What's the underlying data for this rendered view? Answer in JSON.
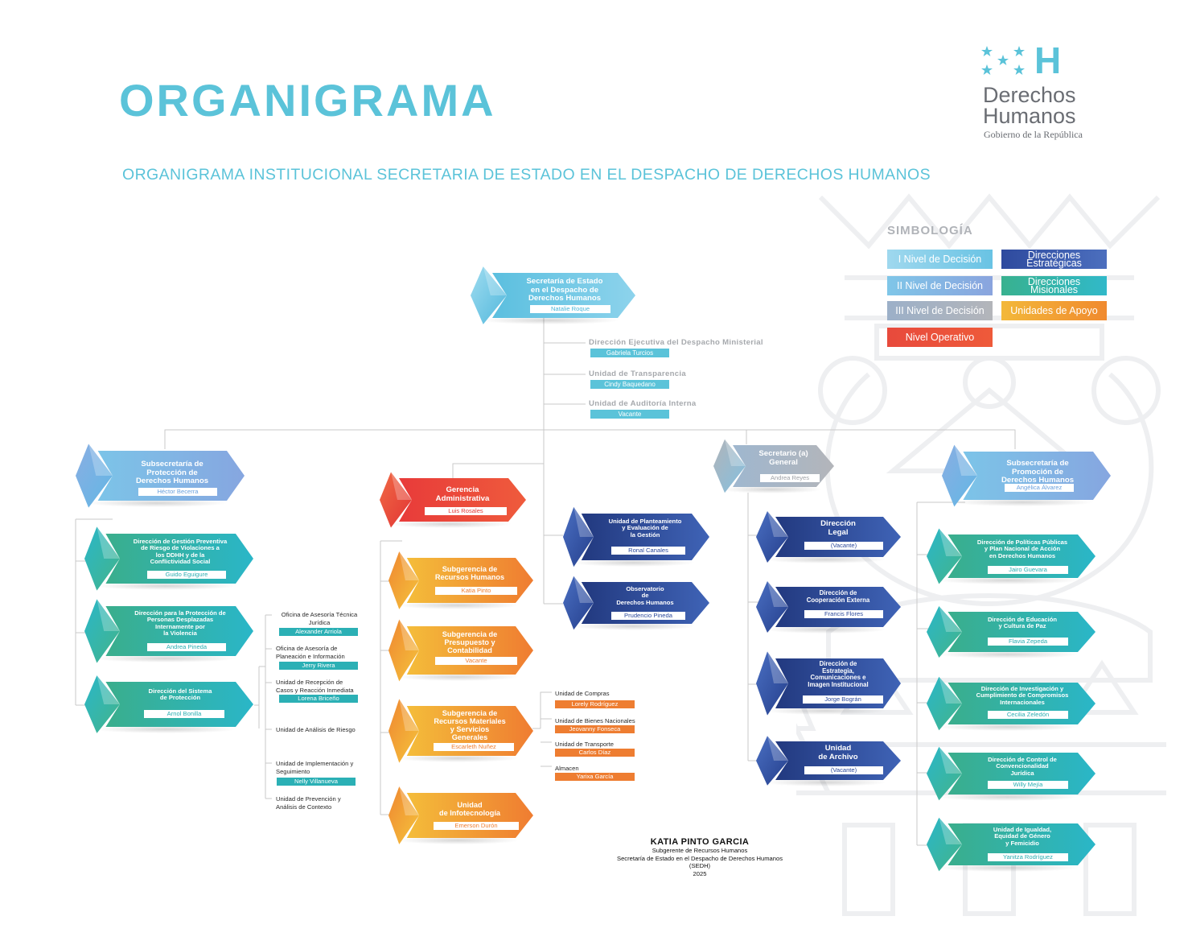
{
  "header": {
    "title": "ORGANIGRAMA",
    "subtitle": "ORGANIGRAMA INSTITUCIONAL SECRETARIA DE ESTADO EN EL DESPACHO DE DERECHOS HUMANOS"
  },
  "logo": {
    "mark": "H",
    "line1": "Derechos",
    "line2": "Humanos",
    "line3": "Gobierno de la República",
    "icon": "honduras-five-stars-icon",
    "color": "#5bc3d9"
  },
  "legend": {
    "title": "SIMBOLOGÍA",
    "items": [
      {
        "label": "I Nivel de Decisión",
        "color": "#7fcbe6"
      },
      {
        "label": "II Nivel de Decisión",
        "color": "#8eb2e3"
      },
      {
        "label": "III Nivel de Decisión",
        "color": "#a9acb1"
      },
      {
        "label": "Nivel Operativo",
        "color": "#e8413b"
      },
      {
        "label": "Direcciones\nEstratégicas",
        "color": "#2f4ea1"
      },
      {
        "label": "Direcciones\nMisionales",
        "color": "#36b59d"
      },
      {
        "label": "Unidades de Apoyo",
        "color": "#f29d2d"
      }
    ]
  },
  "top": {
    "title": "Secretaría de Estado\nen el Despacho de\nDerechos Humanos",
    "name": "Natalie Roque"
  },
  "gray_units": [
    {
      "title": "Dirección Ejecutiva del Despacho Ministerial",
      "name": "Gabriela Turcios"
    },
    {
      "title": "Unidad de Transparencia",
      "name": "Cindy Baquedano"
    },
    {
      "title": "Unidad de Auditoría Interna",
      "name": "Vacante"
    }
  ],
  "subsecretaria_proteccion": {
    "title": "Subsecretaría de\nProtección de\nDerechos Humanos",
    "name": "Héctor Becerra"
  },
  "gerencia": {
    "title": "Gerencia\nAdministrativa",
    "name": "Luis Rosales"
  },
  "secretario_general": {
    "title": "Secretario (a)\nGeneral",
    "name": "Andrea Reyes"
  },
  "subsecretaria_promocion": {
    "title": "Subsecretaría de\nPromoción de\nDerechos Humanos",
    "name": "Angélica Álvarez"
  },
  "proteccion_dirs": [
    {
      "title": "Dirección de Gestión Preventiva\nde Riesgo de Violaciones a\nlos DDHH y de la\nConflictividad Social",
      "name": "Guido Eguigure"
    },
    {
      "title": "Dirección para la Protección de\nPersonas Desplazadas\nInternamente por\nla Violencia",
      "name": "Andrea Pineda"
    },
    {
      "title": "Dirección del Sistema\nde Protección",
      "name": "Arnol Bonilla"
    }
  ],
  "sistema_units": [
    {
      "title": "Oficina de Asesoría Técnica\nJurídica",
      "name": "Alexander Arriola"
    },
    {
      "title": "Oficina de Asesoría de\nPlaneación e Información",
      "name": "Jerry Rivera"
    },
    {
      "title": "Unidad de Recepción de\nCasos y Reacción Inmediata",
      "name": "Lorena Briceño"
    },
    {
      "title": "Unidad de Análisis de Riesgo",
      "name": ""
    },
    {
      "title": "Unidad de Implementación y\nSeguimiento",
      "name": "Nelly Villanueva"
    },
    {
      "title": "Unidad de Prevención y\nAnálisis de Contexto",
      "name": ""
    }
  ],
  "gerencia_subs": [
    {
      "title": "Subgerencia de\nRecursos Humanos",
      "name": "Katia Pinto"
    },
    {
      "title": "Subgerencia de\nPresupuesto y\nContabilidad",
      "name": "Vacante"
    },
    {
      "title": "Subgerencia de\nRecursos Materiales\ny Servicios\nGenerales",
      "name": "Escarleth Nuñez"
    },
    {
      "title": "Unidad\nde Infotecnología",
      "name": "Emerson Durón"
    }
  ],
  "materiales_units": [
    {
      "title": "Unidad de Compras",
      "name": "Lorely Rodríguez"
    },
    {
      "title": "Unidad de Bienes Nacionales",
      "name": "Jeovanny Fonseca"
    },
    {
      "title": "Unidad de Transporte",
      "name": "Carlos Díaz"
    },
    {
      "title": "Almacen",
      "name": "Yarixa García"
    }
  ],
  "center_strategic": [
    {
      "title": "Unidad de Planteamiento\ny Evaluación de\nla Gestión",
      "name": "Ronal Canales"
    },
    {
      "title": "Observatorio\nde\nDerechos Humanos",
      "name": "Prudencio Pineda"
    }
  ],
  "general_dirs": [
    {
      "title": "Dirección\nLegal",
      "name": "(Vacante)"
    },
    {
      "title": "Dirección de\nCooperación Externa",
      "name": "Francis Flores"
    },
    {
      "title": "Dirección de\nEstrategia,\nComunicaciones e\nImagen Institucional",
      "name": "Jorge Bográn"
    },
    {
      "title": "Unidad\nde Archivo",
      "name": "(Vacante)"
    }
  ],
  "promocion_dirs": [
    {
      "title": "Dirección de Políticas Públicas\ny Plan Nacional de Acción\nen Derechos Humanos",
      "name": "Jairo Guevara"
    },
    {
      "title": "Dirección de Educación\ny Cultura de Paz",
      "name": "Flavia Zepeda"
    },
    {
      "title": "Dirección de Investigación y\nCumplimiento de Compromisos\nInternacionales",
      "name": "Cecilia Zeledón"
    },
    {
      "title": "Dirección de Control de\nConvencionalidad\nJurídica",
      "name": "Willy Mejía"
    },
    {
      "title": "Unidad de Igualdad,\nEquidad de Género\ny Femicidio",
      "name": "Yanitza Rodríguez"
    }
  ],
  "signature": {
    "name": "KATIA PINTO GARCIA",
    "line1": "Subgerente de Recursos Humanos",
    "line2": "Secretaría de Estado en el Despacho de Derechos Humanos",
    "line3": "(SEDH)",
    "line4": "2025"
  }
}
